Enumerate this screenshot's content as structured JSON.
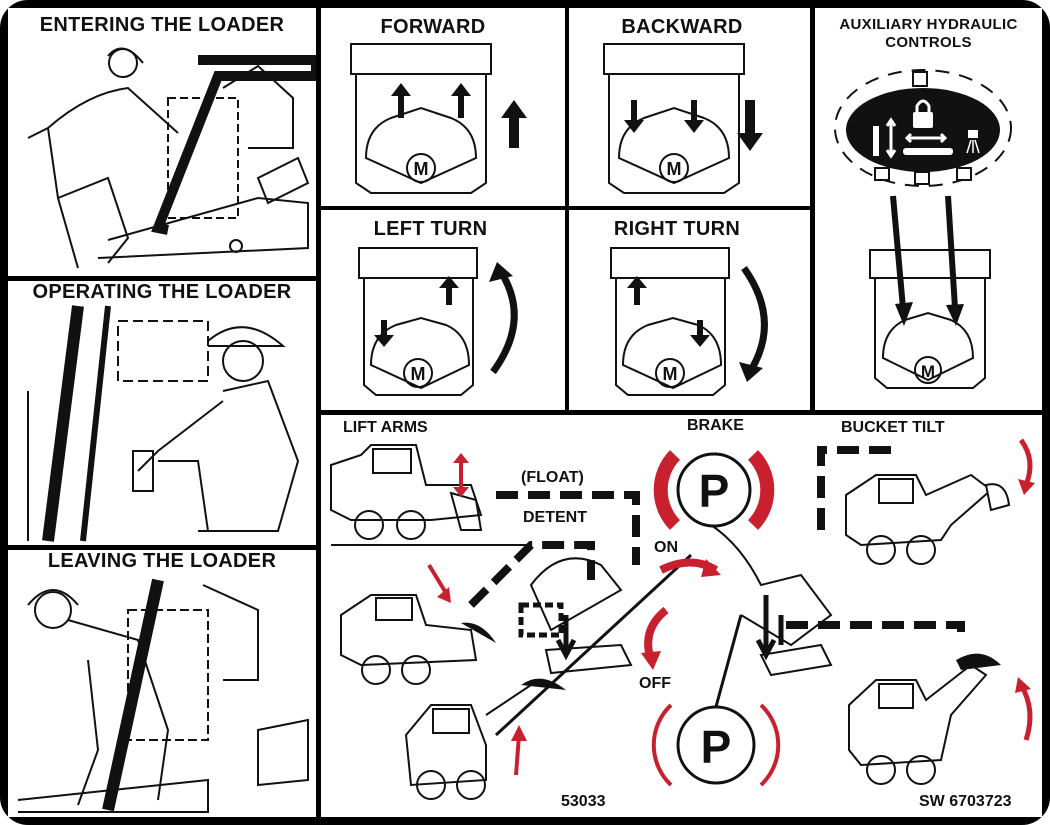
{
  "colors": {
    "accent_red": "#c8202e",
    "ink": "#111111",
    "paper": "#ffffff"
  },
  "left_column": {
    "entering": {
      "title": "ENTERING THE LOADER"
    },
    "operating": {
      "title": "OPERATING THE LOADER"
    },
    "leaving": {
      "title": "LEAVING THE LOADER"
    }
  },
  "steering": {
    "forward": {
      "title": "FORWARD",
      "arrow": "up-arrow"
    },
    "backward": {
      "title": "BACKWARD",
      "arrow": "down-arrow"
    },
    "left_turn": {
      "title": "LEFT TURN",
      "arrow": "counterclockwise-arrow"
    },
    "right_turn": {
      "title": "RIGHT TURN",
      "arrow": "clockwise-arrow"
    },
    "handle_letter": "M"
  },
  "auxiliary": {
    "title_line1": "AUXILIARY HYDRAULIC",
    "title_line2": "CONTROLS",
    "icons": [
      "lock-icon",
      "cylinder-vertical-icon",
      "double-arrow-icon",
      "cylinder-horizontal-icon",
      "spray-icon"
    ],
    "handle_letter": "M"
  },
  "pedals": {
    "lift_arms": "LIFT ARMS",
    "float": "(FLOAT)",
    "detent": "DETENT",
    "brake": "BRAKE",
    "brake_symbol": "P",
    "on": "ON",
    "off": "OFF",
    "bucket_tilt": "BUCKET TILT"
  },
  "footer": {
    "left_code": "53033",
    "right_code": "SW 6703723"
  }
}
